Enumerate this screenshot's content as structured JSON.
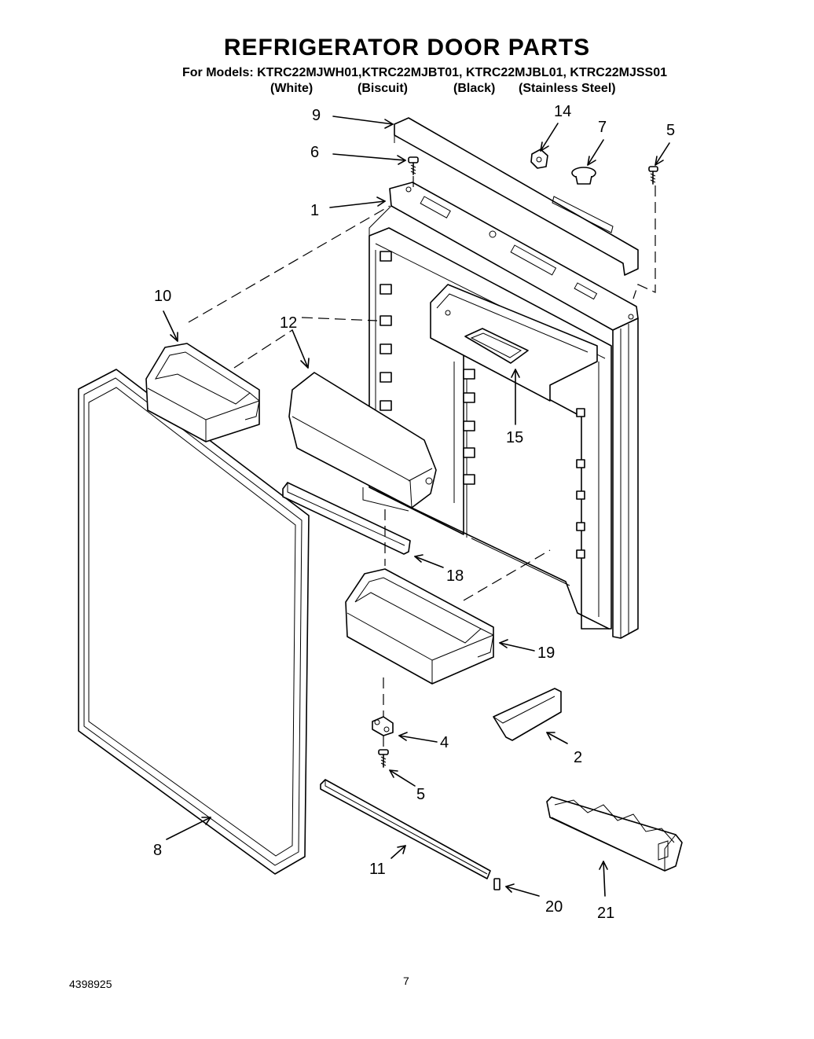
{
  "title": "REFRIGERATOR DOOR PARTS",
  "models_line": "For Models: KTRC22MJWH01,KTRC22MJBT01, KTRC22MJBL01, KTRC22MJSS01",
  "colors": [
    "(White)",
    "(Biscuit)",
    "(Black)",
    "(Stainless Steel)"
  ],
  "footer": {
    "doc_number": "4398925",
    "page_number": "7"
  },
  "callouts": {
    "c1": "1",
    "c2": "2",
    "c4": "4",
    "c5a": "5",
    "c5b": "5",
    "c6": "6",
    "c7": "7",
    "c8": "8",
    "c9": "9",
    "c10": "10",
    "c11": "11",
    "c12": "12",
    "c14": "14",
    "c15": "15",
    "c18": "18",
    "c19": "19",
    "c20": "20",
    "c21": "21"
  }
}
